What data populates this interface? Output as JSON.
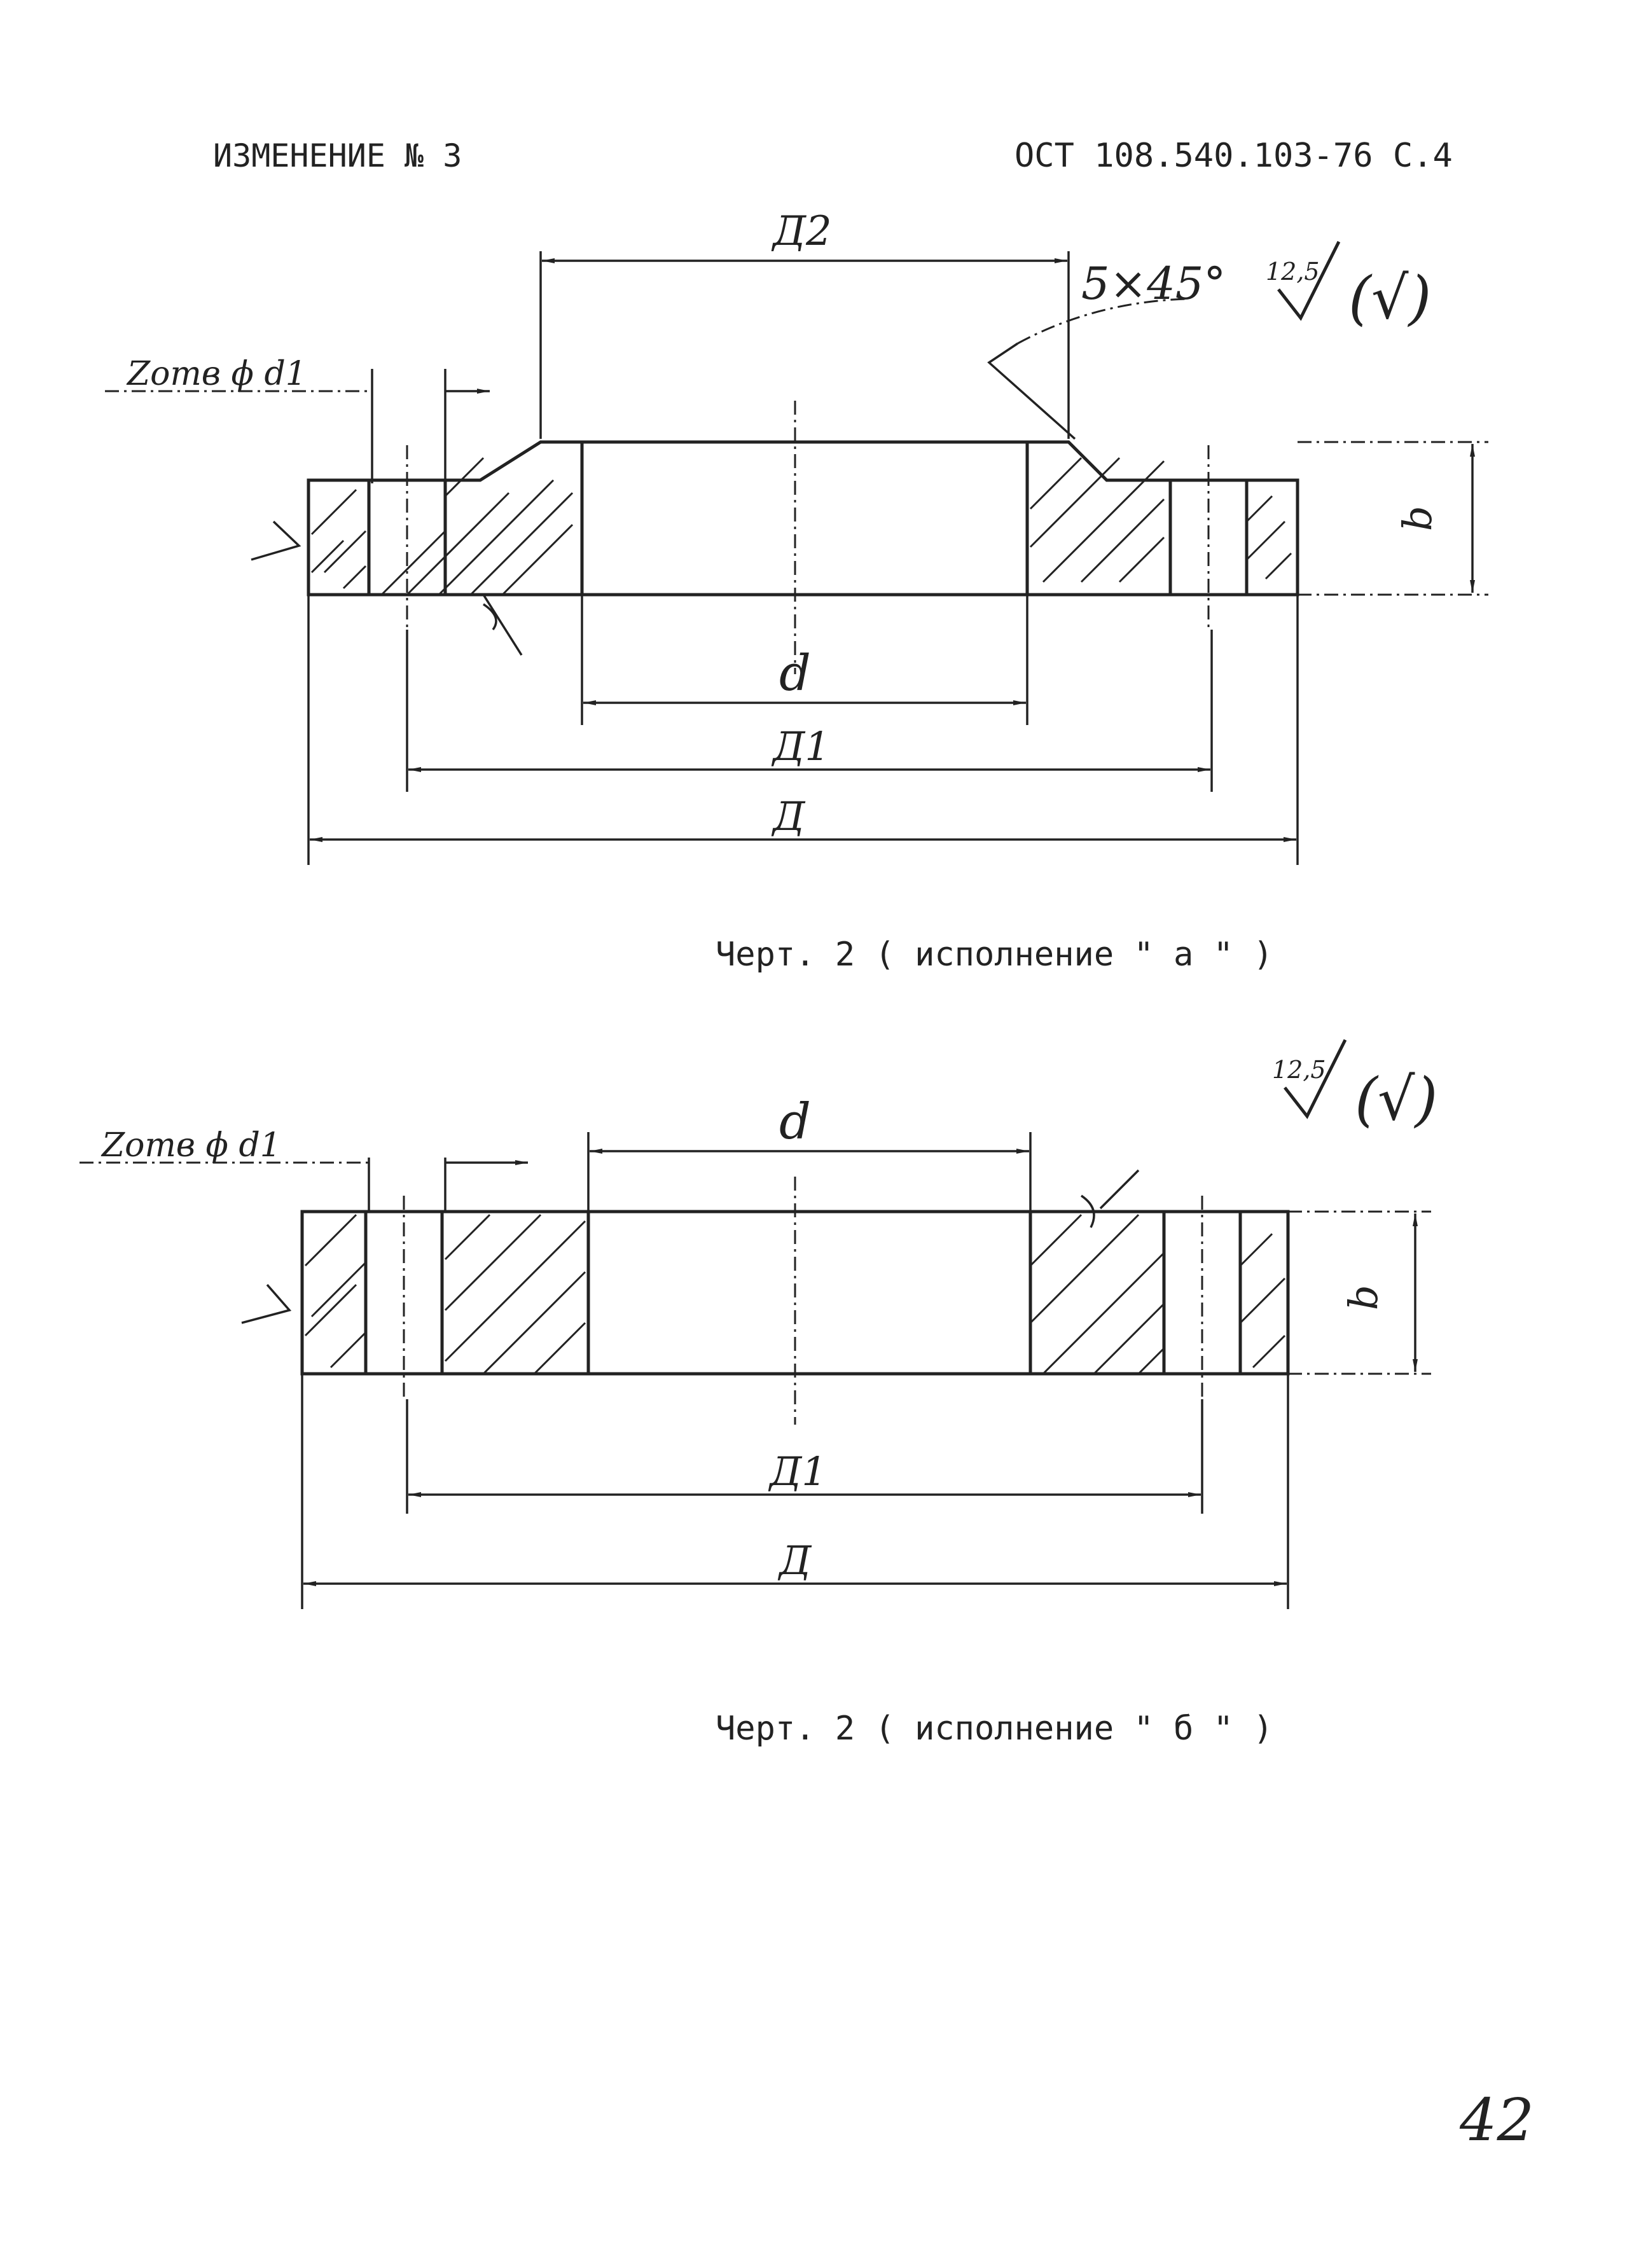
{
  "header": {
    "change_label": "ИЗМЕНЕНИЕ № 3",
    "standard_ref": "ОСТ 108.540.103-76 С.4"
  },
  "drawing_a": {
    "dim_D2": "Д2",
    "chamfer": "5×45°",
    "roughness_value": "12,5",
    "roughness_paren": "(√)",
    "holes_note": "Zотв ϕ d1",
    "dim_d": "d",
    "dim_D1": "Д1",
    "dim_D": "Д",
    "dim_b": "b",
    "caption": "Черт. 2 ( исполнение \" а \" )"
  },
  "drawing_b": {
    "roughness_value": "12,5",
    "roughness_paren": "(√)",
    "holes_note": "Zотв ϕ d1",
    "dim_d": "d",
    "dim_D1": "Д1",
    "dim_D": "Д",
    "dim_b": "b",
    "caption": "Черт. 2 ( исполнение \" б \" )"
  },
  "page_number": "42"
}
